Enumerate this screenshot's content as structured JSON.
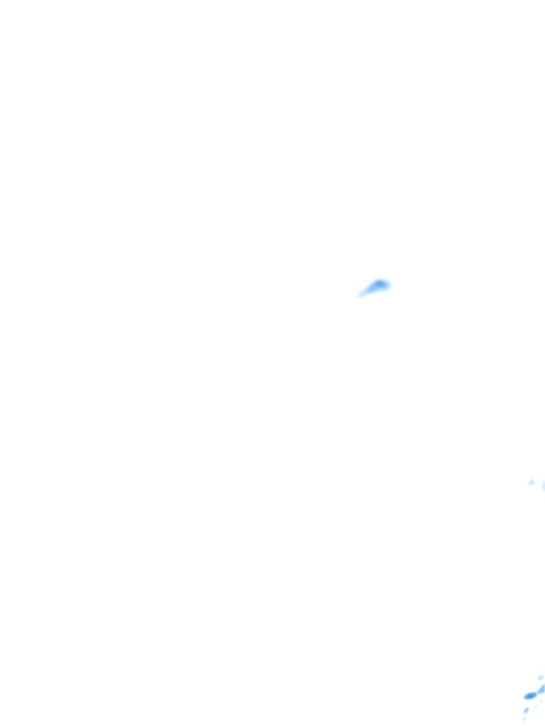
{
  "map": {
    "background_color": "#ffffff",
    "features": [
      {
        "name": "central-blob",
        "kind": "precipitation-cell",
        "intensity": "light-to-moderate"
      },
      {
        "name": "right-edge-speckle",
        "kind": "precipitation-cell",
        "intensity": "light"
      },
      {
        "name": "bottom-right-cluster",
        "kind": "precipitation-cell",
        "intensity": "moderate"
      }
    ],
    "colors": {
      "light": "#bfe0fb",
      "medium": "#7fc0f3",
      "strong": "#4aa3ea",
      "dark": "#2f8ddf"
    }
  }
}
